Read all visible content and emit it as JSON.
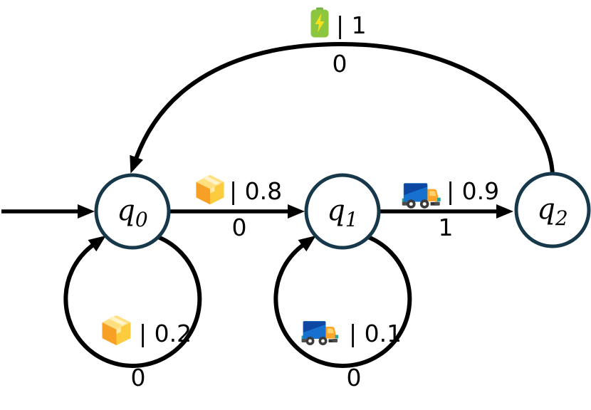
{
  "colors": {
    "node_stroke": "#16384a",
    "edge": "#000000",
    "battery_green": "#8cc63f",
    "bolt_yellow": "#f6e11c",
    "package_orange": "#f6a125",
    "package_yellow": "#fccb3e",
    "truck_blue": "#1672ce",
    "truck_cab_orange": "#ffa426"
  },
  "states": {
    "q0": {
      "base": "q",
      "sub": "0"
    },
    "q1": {
      "base": "q",
      "sub": "1"
    },
    "q2": {
      "base": "q",
      "sub": "2"
    }
  },
  "transitions": {
    "start": {
      "to": "q0"
    },
    "q0_q1": {
      "from": "q0",
      "to": "q1",
      "icon": "package-icon",
      "observation": "| 0.8",
      "input": "0"
    },
    "q1_q2": {
      "from": "q1",
      "to": "q2",
      "icon": "truck-icon",
      "observation": "| 0.9",
      "input": "1"
    },
    "q2_q0": {
      "from": "q2",
      "to": "q0",
      "icon": "battery-icon",
      "observation": "| 1",
      "input": "0"
    },
    "q0_q0": {
      "from": "q0",
      "to": "q0",
      "icon": "package-icon",
      "observation": "| 0.2",
      "input": "0"
    },
    "q1_q1": {
      "from": "q1",
      "to": "q1",
      "icon": "truck-icon",
      "observation": "| 0.1",
      "input": "0"
    }
  }
}
